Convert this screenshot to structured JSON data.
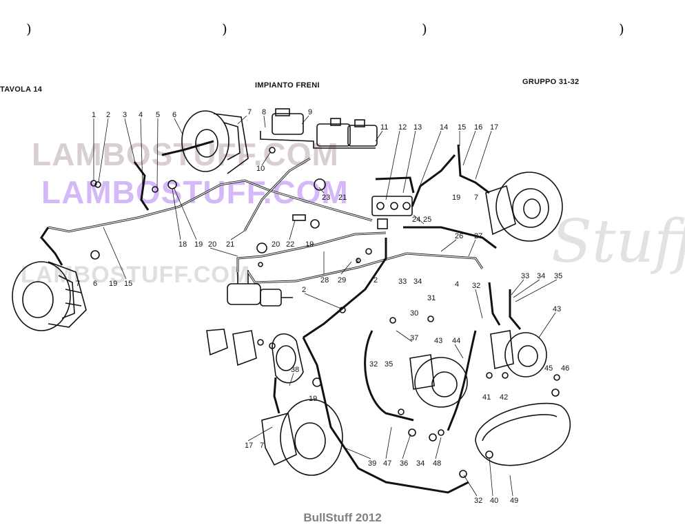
{
  "binding_marks": [
    ")",
    ")",
    ")",
    ")"
  ],
  "header": {
    "left": "TAVOLA 14",
    "center": "IMPIANTO FRENI",
    "right": "GRUPPO 31-32"
  },
  "watermarks": {
    "line1": "LAMBOSTUFF.COM",
    "line2": "LAMBOSTUFF.COM",
    "line3": "LAMBOSTUFF.COM",
    "script": "Stuff"
  },
  "footer": "BullStuff 2012",
  "callouts": [
    "1",
    "2",
    "3",
    "4",
    "5",
    "6",
    "7",
    "8",
    "9",
    "10",
    "11",
    "12",
    "13",
    "14",
    "15",
    "16",
    "17",
    "18",
    "19",
    "20",
    "21",
    "22",
    "23",
    "24",
    "25",
    "26",
    "27",
    "28",
    "29",
    "30",
    "31",
    "32",
    "33",
    "34",
    "35",
    "36",
    "37",
    "38",
    "39",
    "40",
    "41",
    "42",
    "43",
    "44",
    "45",
    "46",
    "47",
    "48",
    "49"
  ],
  "colors": {
    "ink": "#111111",
    "watermark_gray": "#b9a6ad",
    "watermark_purple": "#b27ef0",
    "footer_gray": "#808080"
  }
}
